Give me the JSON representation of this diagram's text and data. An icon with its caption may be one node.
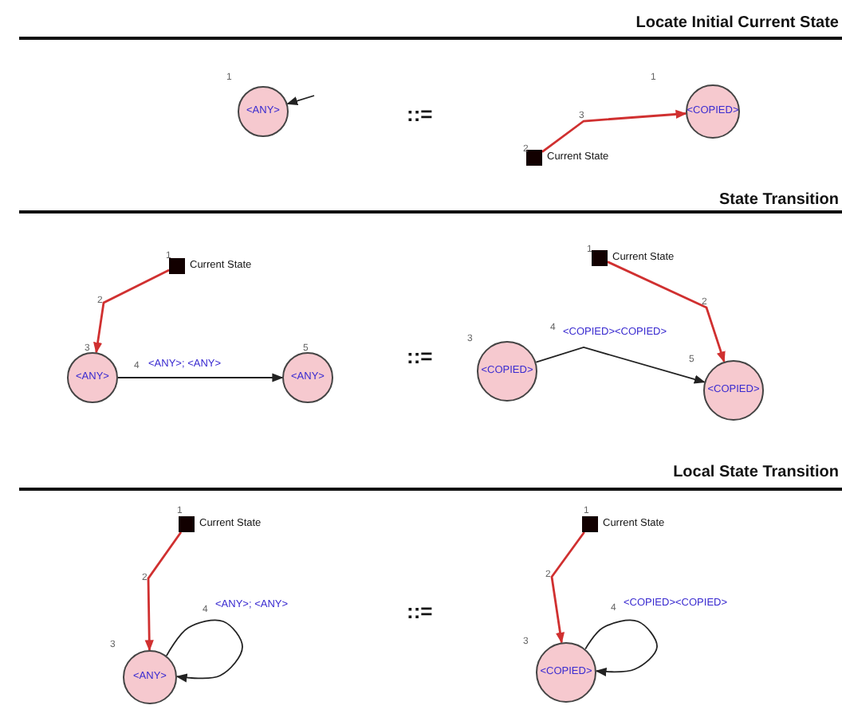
{
  "diagram": {
    "nodes": [
      {
        "text": [
          "<ANY>"
        ]
      },
      {
        "text": [
          "<COPIED>"
        ]
      },
      {
        "text": [],
        "shape": "box",
        "beside": [
          "Current State"
        ]
      },
      {
        "text": [],
        "shape": "box",
        "beside": [
          "Current State"
        ]
      },
      {
        "text": [
          "<ANY>"
        ]
      },
      {
        "text": [
          "<ANY>"
        ]
      },
      {
        "text": [],
        "shape": "box",
        "beside": [
          "Current State"
        ]
      },
      {
        "text": [
          "<COPIED>"
        ]
      },
      {
        "text": [
          "<COPIED>"
        ]
      },
      {
        "text": [],
        "shape": "box",
        "beside": [
          "Current State"
        ]
      },
      {
        "text": [
          "<ANY>"
        ]
      },
      {
        "text": [],
        "shape": "box",
        "beside": [
          "Current State"
        ]
      },
      {
        "text": [
          "<COPIED>"
        ]
      }
    ],
    "edges": [
      {
        "from": null,
        "to": 0,
        "arrow": "to"
      },
      {
        "from": 2,
        "to": 1,
        "arrow": "to",
        "color": "#d03030"
      },
      {
        "from": 3,
        "to": 4,
        "arrow": "to",
        "color": "#d03030"
      },
      {
        "from": 4,
        "to": 5,
        "arrow": "to",
        "label": "<ANY>; <ANY>"
      },
      {
        "from": 6,
        "to": 8,
        "arrow": "to",
        "color": "#d03030"
      },
      {
        "from": 7,
        "to": 8,
        "arrow": "to",
        "label": "<COPIED><COPIED>"
      },
      {
        "from": 9,
        "to": 10,
        "arrow": "to",
        "color": "#d03030"
      },
      {
        "from": 10,
        "to": 10,
        "arrow": "to",
        "label": "<ANY>; <ANY>"
      },
      {
        "from": 11,
        "to": 12,
        "arrow": "to",
        "color": "#d03030"
      },
      {
        "from": 12,
        "to": 12,
        "arrow": "to",
        "label": "<COPIED><COPIED>"
      }
    ],
    "labels": [
      "Locate Initial Current State",
      "1",
      "::=",
      "1",
      "3",
      "2",
      "State Transition",
      "1",
      "1",
      "2",
      "2",
      "3",
      "4",
      "5",
      "::=",
      "3",
      "4",
      "5",
      "Local State Transition",
      "1",
      "1",
      "2",
      "2",
      "4",
      "::=",
      "4",
      "3",
      "3"
    ]
  }
}
